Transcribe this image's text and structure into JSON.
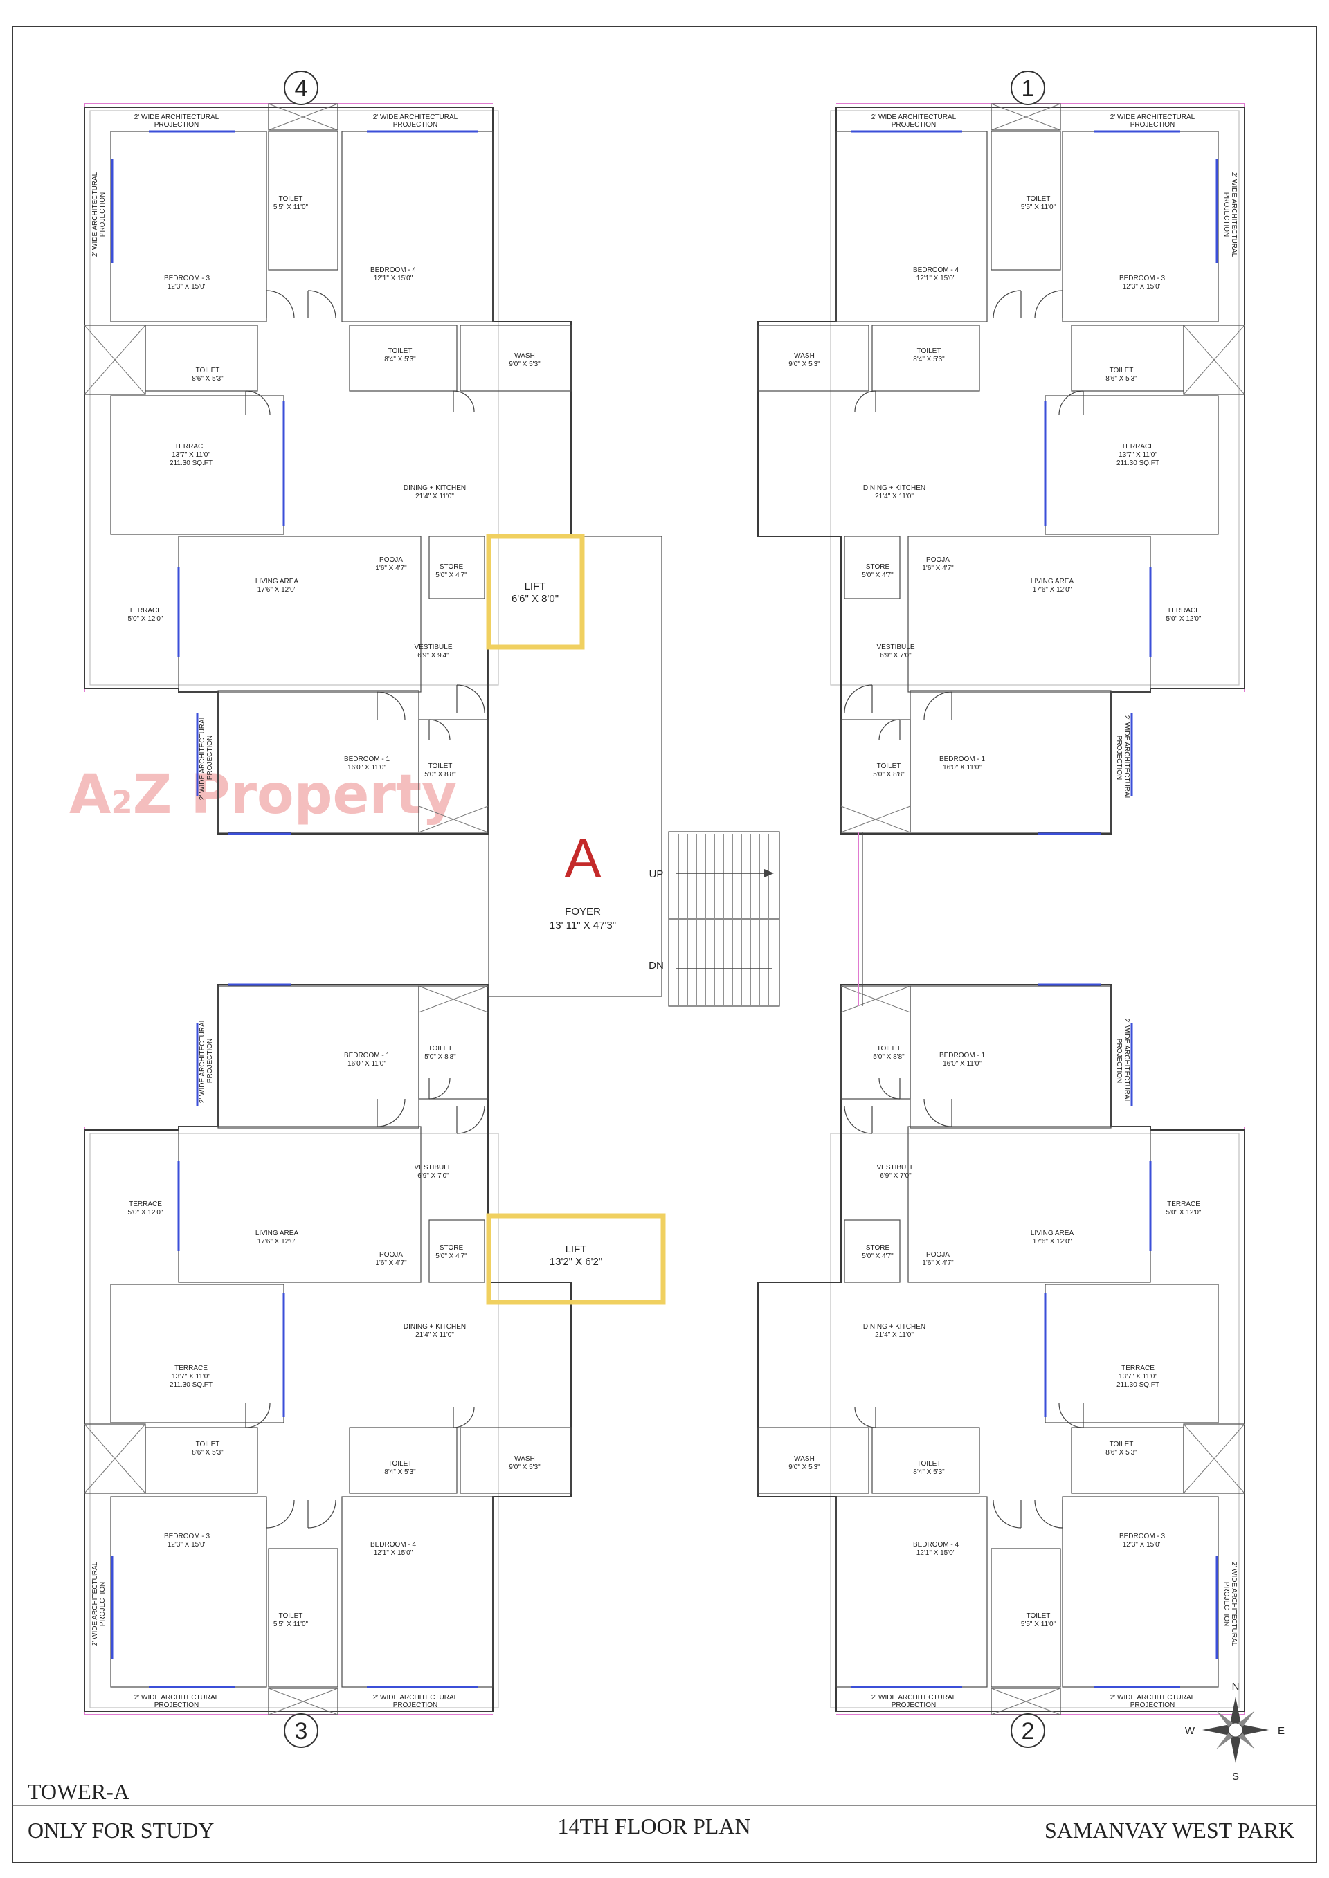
{
  "sheet": {
    "tower": "TOWER-A",
    "note": "ONLY FOR STUDY",
    "plan_title": "14TH FLOOR  PLAN",
    "project": "SAMANVAY WEST PARK"
  },
  "watermark": {
    "prefix": "A",
    "two": "2",
    "suffix": "Z Property"
  },
  "core": {
    "letter": "A",
    "foyer_name": "FOYER",
    "foyer_dim": "13' 11\" X 47'3\"",
    "up": "UP",
    "dn": "DN",
    "lift_top_name": "LIFT",
    "lift_top_dim": "6'6\" X 8'0\"",
    "lift_bottom_name": "LIFT",
    "lift_bottom_dim": "13'2\" X 6'2\""
  },
  "compass": {
    "n": "N",
    "s": "S",
    "e": "E",
    "w": "W"
  },
  "units": [
    {
      "number": "4",
      "proj_top_a": [
        "2' WIDE ARCHITECTURAL",
        "PROJECTION"
      ],
      "proj_top_b": [
        "2' WIDE ARCHITECTURAL",
        "PROJECTION"
      ],
      "proj_side": [
        "2' WIDE ARCHITECTURAL",
        "PROJECTION"
      ],
      "proj_inner": [
        "2' WIDE ARCHITECTURAL",
        "PROJECTION"
      ],
      "toilet_a": [
        "TOILET",
        "5'5\" X 11'0\""
      ],
      "bed3": [
        "BEDROOM - 3",
        "12'3\" X 15'0\""
      ],
      "bed4": [
        "BEDROOM - 4",
        "12'1\" X 15'0\""
      ],
      "toilet_b": [
        "TOILET",
        "8'4\" X 5'3\""
      ],
      "wash": [
        "WASH",
        "9'0\" X 5'3\""
      ],
      "toilet_c": [
        "TOILET",
        "8'6\" X 5'3\""
      ],
      "terrace_big": [
        "TERRACE",
        "13'7\" X 11'0\"",
        "211.30 SQ.FT"
      ],
      "dining": [
        "DINING + KITCHEN",
        "21'4\" X 11'0\""
      ],
      "pooja": [
        "POOJA",
        "1'6\" X 4'7\""
      ],
      "store": [
        "STORE",
        "5'0\" X 4'7\""
      ],
      "living": [
        "LIVING AREA",
        "17'6\" X 12'0\""
      ],
      "terrace_small": [
        "TERRACE",
        "5'0\" X 12'0\""
      ],
      "vestibule": [
        "VESTIBULE",
        "6'9\" X 9'4\""
      ],
      "bed1": [
        "BEDROOM - 1",
        "16'0\" X 11'0\""
      ],
      "toilet_d": [
        "TOILET",
        "5'0\" X 8'8\""
      ]
    },
    {
      "number": "1",
      "proj_top_a": [
        "2' WIDE ARCHITECTURAL",
        "PROJECTION"
      ],
      "proj_top_b": [
        "2' WIDE ARCHITECTURAL",
        "PROJECTION"
      ],
      "proj_side": [
        "2' WIDE ARCHITECTURAL",
        "PROJECTION"
      ],
      "proj_inner": [
        "2' WIDE ARCHITECTURAL",
        "PROJECTION"
      ],
      "toilet_a": [
        "TOILET",
        "5'5\" X 11'0\""
      ],
      "bed3": [
        "BEDROOM - 3",
        "12'3\" X 15'0\""
      ],
      "bed4": [
        "BEDROOM - 4",
        "12'1\" X 15'0\""
      ],
      "toilet_b": [
        "TOILET",
        "8'4\" X 5'3\""
      ],
      "wash": [
        "WASH",
        "9'0\" X 5'3\""
      ],
      "toilet_c": [
        "TOILET",
        "8'6\" X 5'3\""
      ],
      "terrace_big": [
        "TERRACE",
        "13'7\" X 11'0\"",
        "211.30 SQ.FT"
      ],
      "dining": [
        "DINING + KITCHEN",
        "21'4\" X 11'0\""
      ],
      "pooja": [
        "POOJA",
        "1'6\" X 4'7\""
      ],
      "store": [
        "STORE",
        "5'0\" X 4'7\""
      ],
      "living": [
        "LIVING AREA",
        "17'6\" X 12'0\""
      ],
      "terrace_small": [
        "TERRACE",
        "5'0\" X 12'0\""
      ],
      "vestibule": [
        "VESTIBULE",
        "6'9\" X 7'0\""
      ],
      "bed1": [
        "BEDROOM - 1",
        "16'0\" X 11'0\""
      ],
      "toilet_d": [
        "TOILET",
        "5'0\" X 8'8\""
      ]
    },
    {
      "number": "3",
      "proj_top_a": [
        "2' WIDE ARCHITECTURAL",
        "PROJECTION"
      ],
      "proj_top_b": [
        "2' WIDE ARCHITECTURAL",
        "PROJECTION"
      ],
      "proj_side": [
        "2' WIDE ARCHITECTURAL",
        "PROJECTION"
      ],
      "proj_inner": [
        "2' WIDE ARCHITECTURAL",
        "PROJECTION"
      ],
      "toilet_a": [
        "TOILET",
        "5'5\" X 11'0\""
      ],
      "bed3": [
        "BEDROOM - 3",
        "12'3\" X 15'0\""
      ],
      "bed4": [
        "BEDROOM - 4",
        "12'1\" X 15'0\""
      ],
      "toilet_b": [
        "TOILET",
        "8'4\" X 5'3\""
      ],
      "wash": [
        "WASH",
        "9'0\" X 5'3\""
      ],
      "toilet_c": [
        "TOILET",
        "8'6\" X 5'3\""
      ],
      "terrace_big": [
        "TERRACE",
        "13'7\" X 11'0\"",
        "211.30 SQ.FT"
      ],
      "dining": [
        "DINING + KITCHEN",
        "21'4\" X 11'0\""
      ],
      "pooja": [
        "POOJA",
        "1'6\" X 4'7\""
      ],
      "store": [
        "STORE",
        "5'0\" X 4'7\""
      ],
      "living": [
        "LIVING AREA",
        "17'6\" X 12'0\""
      ],
      "terrace_small": [
        "TERRACE",
        "5'0\" X 12'0\""
      ],
      "vestibule": [
        "VESTIBULE",
        "6'9\" X 7'0\""
      ],
      "bed1": [
        "BEDROOM - 1",
        "16'0\" X 11'0\""
      ],
      "toilet_d": [
        "TOILET",
        "5'0\" X 8'8\""
      ]
    },
    {
      "number": "2",
      "proj_top_a": [
        "2' WIDE ARCHITECTURAL",
        "PROJECTION"
      ],
      "proj_top_b": [
        "2' WIDE ARCHITECTURAL",
        "PROJECTION"
      ],
      "proj_side": [
        "2' WIDE ARCHITECTURAL",
        "PROJECTION"
      ],
      "proj_inner": [
        "2' WIDE ARCHITECTURAL",
        "PROJECTION"
      ],
      "toilet_a": [
        "TOILET",
        "5'5\" X 11'0\""
      ],
      "bed3": [
        "BEDROOM - 3",
        "12'3\" X 15'0\""
      ],
      "bed4": [
        "BEDROOM - 4",
        "12'1\" X 15'0\""
      ],
      "toilet_b": [
        "TOILET",
        "8'4\" X 5'3\""
      ],
      "wash": [
        "WASH",
        "9'0\" X 5'3\""
      ],
      "toilet_c": [
        "TOILET",
        "8'6\" X 5'3\""
      ],
      "terrace_big": [
        "TERRACE",
        "13'7\" X 11'0\"",
        "211.30 SQ.FT"
      ],
      "dining": [
        "DINING + KITCHEN",
        "21'4\" X 11'0\""
      ],
      "pooja": [
        "POOJA",
        "1'6\" X 4'7\""
      ],
      "store": [
        "STORE",
        "5'0\" X 4'7\""
      ],
      "living": [
        "LIVING AREA",
        "17'6\" X 12'0\""
      ],
      "terrace_small": [
        "TERRACE",
        "5'0\" X 12'0\""
      ],
      "vestibule": [
        "VESTIBULE",
        "6'9\" X 7'0\""
      ],
      "bed1": [
        "BEDROOM - 1",
        "16'0\" X 11'0\""
      ],
      "toilet_d": [
        "TOILET",
        "5'0\" X 8'8\""
      ]
    }
  ]
}
